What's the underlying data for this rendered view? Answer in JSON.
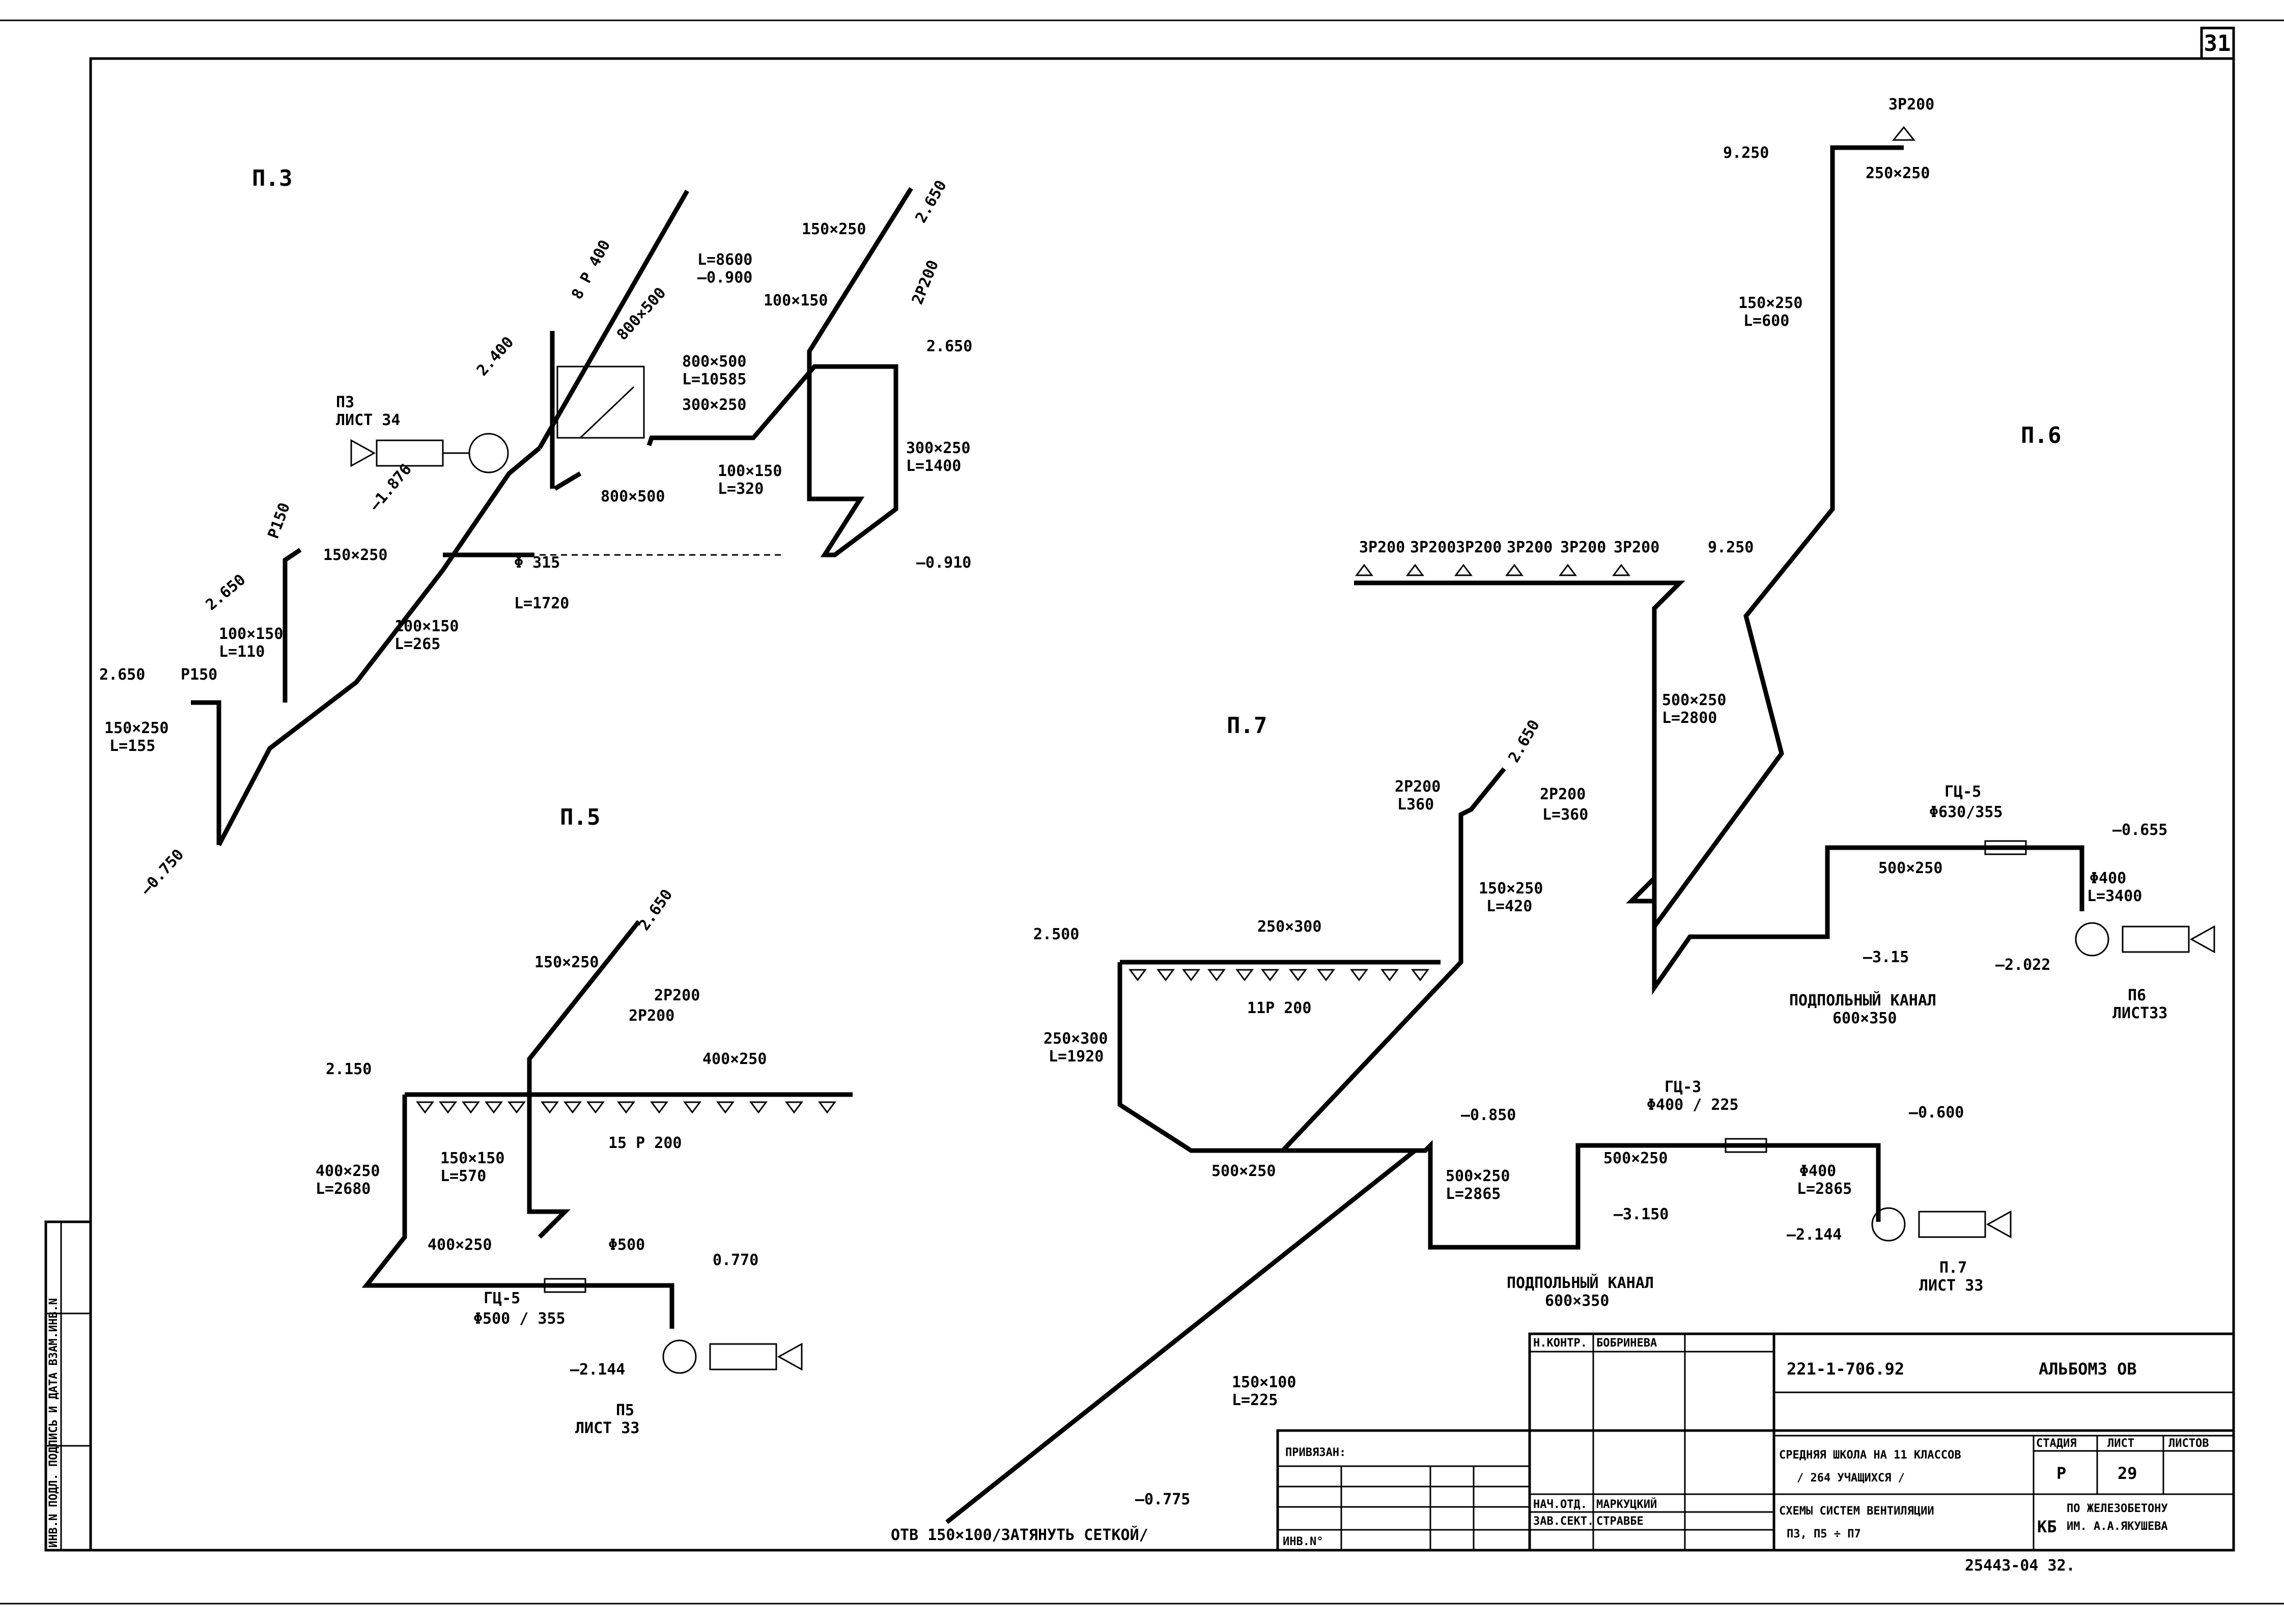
{
  "sheet": {
    "page_number": "31",
    "bottom_number": "25443-04  32."
  },
  "systems": {
    "p3": {
      "title": "П.3",
      "unit": "П3",
      "unit_sheet": "ЛИСТ 34",
      "labels": [
        "2.650",
        "8 Р 400",
        "800×500",
        "L=8600",
        "–0.900",
        "2.400",
        "800×500",
        "L=10585",
        "300×250",
        "–1.876",
        "800×500",
        "Р150",
        "2.650",
        "150×250",
        "100×150",
        "L=110",
        "Φ 315",
        "L=1720",
        "100×150",
        "L=265",
        "2.650",
        "Р150",
        "150×250",
        "L=155",
        "–0.750",
        "150×250",
        "100×150",
        "2Р200",
        "2.650",
        "300×250",
        "L=1400",
        "100×150",
        "L=320",
        "–0.910"
      ]
    },
    "p5": {
      "title": "П.5",
      "unit": "П5",
      "unit_sheet": "ЛИСТ 33",
      "labels": [
        "2.650",
        "150×250",
        "2Р200",
        "2Р200",
        "400×250",
        "2.150",
        "15 Р 200",
        "400×250",
        "L=2680",
        "150×150",
        "L=570",
        "400×250",
        "Φ500",
        "0.770",
        "ГЦ-5",
        "Φ500 / 355",
        "–2.144"
      ]
    },
    "p6": {
      "title": "П.6",
      "unit": "П6",
      "unit_sheet": "ЛИСТ33",
      "labels": [
        "3Р200",
        "9.250",
        "250×250",
        "150×250",
        "L=600",
        "3Р200",
        "3Р200",
        "3Р200",
        "3Р200",
        "3Р200",
        "3Р200",
        "9.250",
        "500×250",
        "L=2800",
        "ГЦ-5",
        "Φ630/355",
        "–0.655",
        "500×250",
        "Φ400",
        "L=3400",
        "–3.15",
        "–2.022",
        "ПОДПОЛЬНЫЙ КАНАЛ",
        "600×350"
      ]
    },
    "p7": {
      "title": "П.7",
      "unit": "П.7",
      "unit_sheet": "ЛИСТ 33",
      "labels": [
        "2.650",
        "2Р200",
        "L360",
        "2Р200",
        "L=360",
        "150×250",
        "L=420",
        "2.500",
        "250×300",
        "11Р 200",
        "250×300",
        "L=1920",
        "500×250",
        "–0.850",
        "500×250",
        "L=2865",
        "ГЦ-3",
        "Φ400 / 225",
        "–0.600",
        "500×250",
        "Φ400",
        "L=2865",
        "–3.150",
        "–2.144",
        "ПОДПОЛЬНЫЙ КАНАЛ",
        "600×350",
        "150×100",
        "L=225",
        "–0.775",
        "ОТВ 150×100/ЗАТЯНУТЬ СЕТКОЙ/"
      ]
    }
  },
  "title_block": {
    "check_label": "Н.КОНТР.",
    "check_name": "БОБРИНЕВА",
    "head_label": "НАЧ.ОТД.",
    "head_name": "МАРКУЦКИЙ",
    "sect_label": "ЗАВ.СЕКТ.",
    "sect_name": "СТРАВБЕ",
    "project_code": "221-1-706.92",
    "album": "АЛЬБОМ3   ОВ",
    "building_line1": "СРЕДНЯЯ ШКОЛА НА 11 КЛАССОВ",
    "building_line2": "/ 264 УЧАЩИХСЯ /",
    "drawing_line1": "СХЕМЫ СИСТЕМ ВЕНТИЛЯЦИИ",
    "drawing_line2": "П3, П5 ÷ П7",
    "stage_hdr": "СТАДИЯ",
    "sheet_hdr": "ЛИСТ",
    "sheets_hdr": "ЛИСТОВ",
    "stage": "Р",
    "sheet": "29",
    "org_logo": "КБ",
    "org_line1": "ПО ЖЕЛЕЗОБЕТОНУ",
    "org_line2": "ИМ. А.А.ЯКУШЕВА",
    "bound_label": "ПРИВЯЗАН:",
    "inv_label": "ИНВ.N°"
  },
  "side_stamp": "ИНВ.N ПОДЛ.   ПОДПИСЬ И ДАТА   ВЗАМ.ИНВ.N"
}
